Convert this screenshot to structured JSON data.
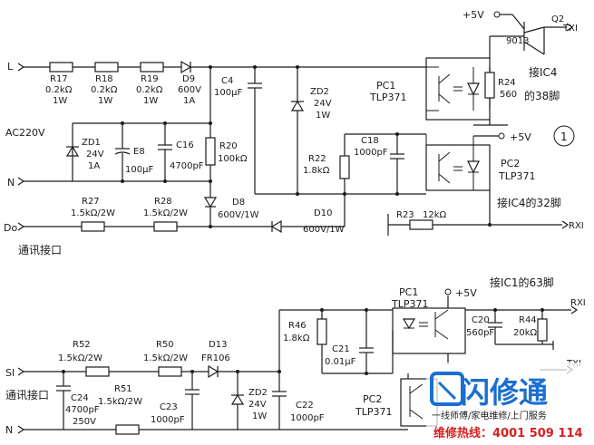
{
  "upper": {
    "vcc_top": "+5V",
    "q2_ref": "Q2",
    "q2_part": "9013",
    "txi": "TXI",
    "node_l": "L",
    "node_n": "N",
    "node_do": "Do",
    "ac": "AC220V",
    "comm_port": "通讯接口",
    "r17": [
      "R17",
      "0.2kΩ",
      "1W"
    ],
    "r18": [
      "R18",
      "0.2kΩ",
      "1W"
    ],
    "r19": [
      "R19",
      "0.2kΩ",
      "1W"
    ],
    "d9": [
      "D9",
      "600V",
      "1A"
    ],
    "c4": [
      "C4",
      "100μF"
    ],
    "zd2": [
      "ZD2",
      "24V",
      "1W"
    ],
    "pc1": [
      "PC1",
      "TLP371"
    ],
    "r24": [
      "R24",
      "560"
    ],
    "ic4_38_a": "接IC4",
    "ic4_38_b": "的38脚",
    "circle_num": "1",
    "zd1": [
      "ZD1",
      "24V",
      "1A"
    ],
    "e8": [
      "E8",
      "100μF"
    ],
    "c16": [
      "C16",
      "4700pF"
    ],
    "r20": [
      "R20",
      "100kΩ"
    ],
    "r22": [
      "R22",
      "1.8kΩ"
    ],
    "c18": [
      "C18",
      "1000pF"
    ],
    "vcc_pc2": "+5V",
    "pc2": [
      "PC2",
      "TLP371"
    ],
    "ic4_32": "接IC4的32脚",
    "r27": [
      "R27",
      "1.5kΩ/2W"
    ],
    "r28": [
      "R28",
      "1.5kΩ/2W"
    ],
    "d8": [
      "D8",
      "600V/1W"
    ],
    "d10": [
      "D10",
      "600V/1W"
    ],
    "r23": [
      "R23",
      "12kΩ"
    ],
    "rxi": "RXI"
  },
  "lower": {
    "ic1_63": "接IC1的63脚",
    "pc1": [
      "PC1",
      "TLP371"
    ],
    "vcc": "+5V",
    "rxi": "RXI",
    "r46": [
      "R46",
      "1.8kΩ"
    ],
    "c20": [
      "C20",
      "560pF"
    ],
    "r44": [
      "R44",
      "20kΩ"
    ],
    "r52": [
      "R52",
      "1.5kΩ/2W"
    ],
    "r50": [
      "R50",
      "1.5kΩ/2W"
    ],
    "d13": [
      "D13",
      "FR106"
    ],
    "c21": [
      "C21",
      "0.01μF"
    ],
    "node_si": "SI",
    "node_n": "N",
    "comm_port": "通讯接口",
    "c24": [
      "C24",
      "4700pF",
      "250V"
    ],
    "r51": [
      "R51",
      "1.5kΩ/2W"
    ],
    "c23": [
      "C23",
      "1000pF"
    ],
    "zd2": [
      "ZD2",
      "24V",
      "1W"
    ],
    "c22": [
      "C22",
      "1000pF"
    ],
    "pc2": [
      "PC2",
      "TLP371"
    ],
    "txi": "TXI"
  },
  "watermark": {
    "brand": "闪修通",
    "slogan": "一线师傅/家电维修/上门服务",
    "hotline": "维修热线：4001 509 114",
    "brand_color": "#1a6fd0",
    "hotline_color": "#d62020"
  }
}
